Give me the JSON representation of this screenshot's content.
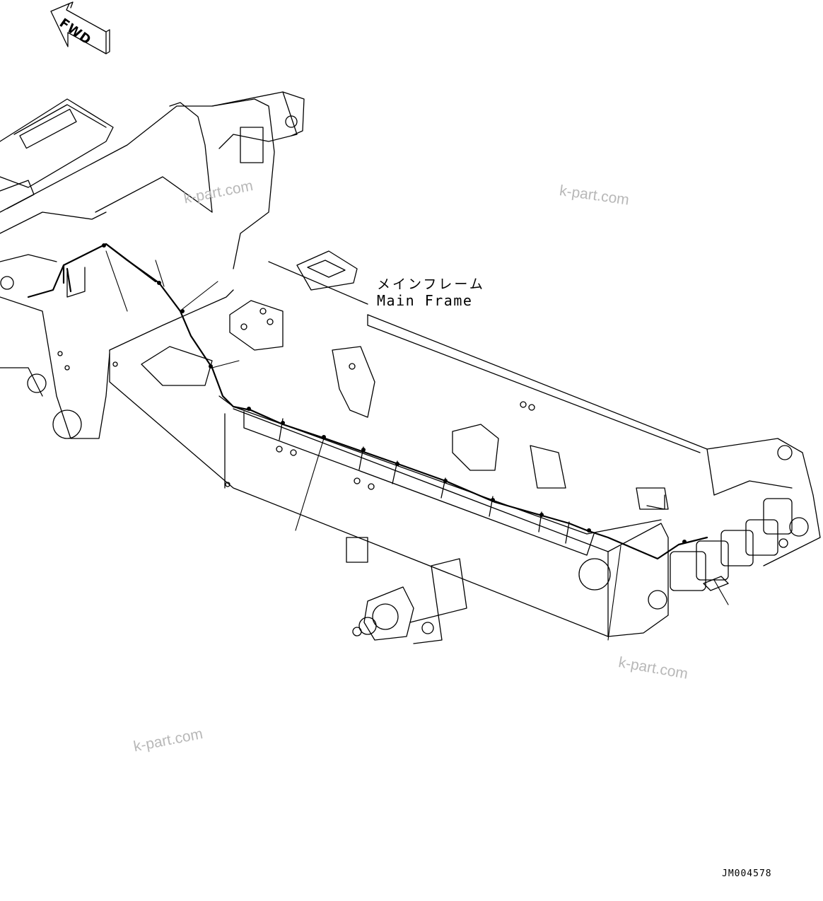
{
  "direction_marker": {
    "text": "FWD"
  },
  "callouts": {
    "main_frame_jp": "メインフレーム",
    "main_frame_en": "Main Frame"
  },
  "drawing_code": "JM004578",
  "watermarks": [
    "k-part.com",
    "k-part.com",
    "k-part.com",
    "k-part.com"
  ]
}
